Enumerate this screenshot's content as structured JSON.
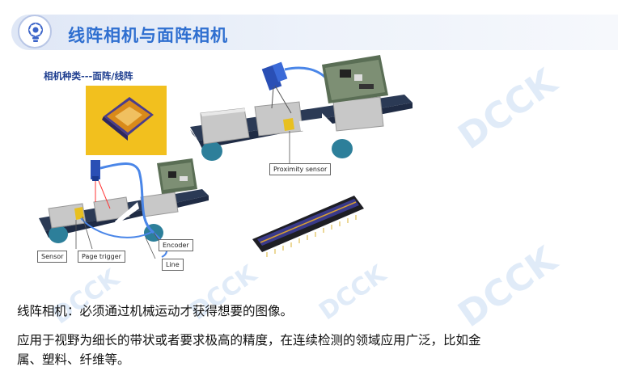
{
  "slide": {
    "title": "线阵相机与面阵相机",
    "caption": "相机种类---面阵/线阵",
    "labels": {
      "proximity_sensor": "Proximity sensor",
      "sensor": "Sensor",
      "page_trigger": "Page trigger",
      "encoder": "Encoder",
      "line": "Line"
    },
    "paragraph_1": "线阵相机：必须通过机械运动才获得想要的图像。",
    "paragraph_2_line_1": "应用于视野为细长的带状或者要求极高的精度，在连续检测的领域应用广泛，比如金",
    "paragraph_2_line_2": "属、塑料、纤维等。",
    "watermark": "DCCK"
  },
  "colors": {
    "title": "#2f6fd0",
    "caption": "#1d3d8f",
    "conveyor": "#2b3a55",
    "roller": "#2d7f9a",
    "camera": "#2a4fb5",
    "cable": "#4a86e8",
    "sensor": "#e8c020",
    "chip_bg": "#f2c01e",
    "watermark": "#d3e3f6"
  }
}
